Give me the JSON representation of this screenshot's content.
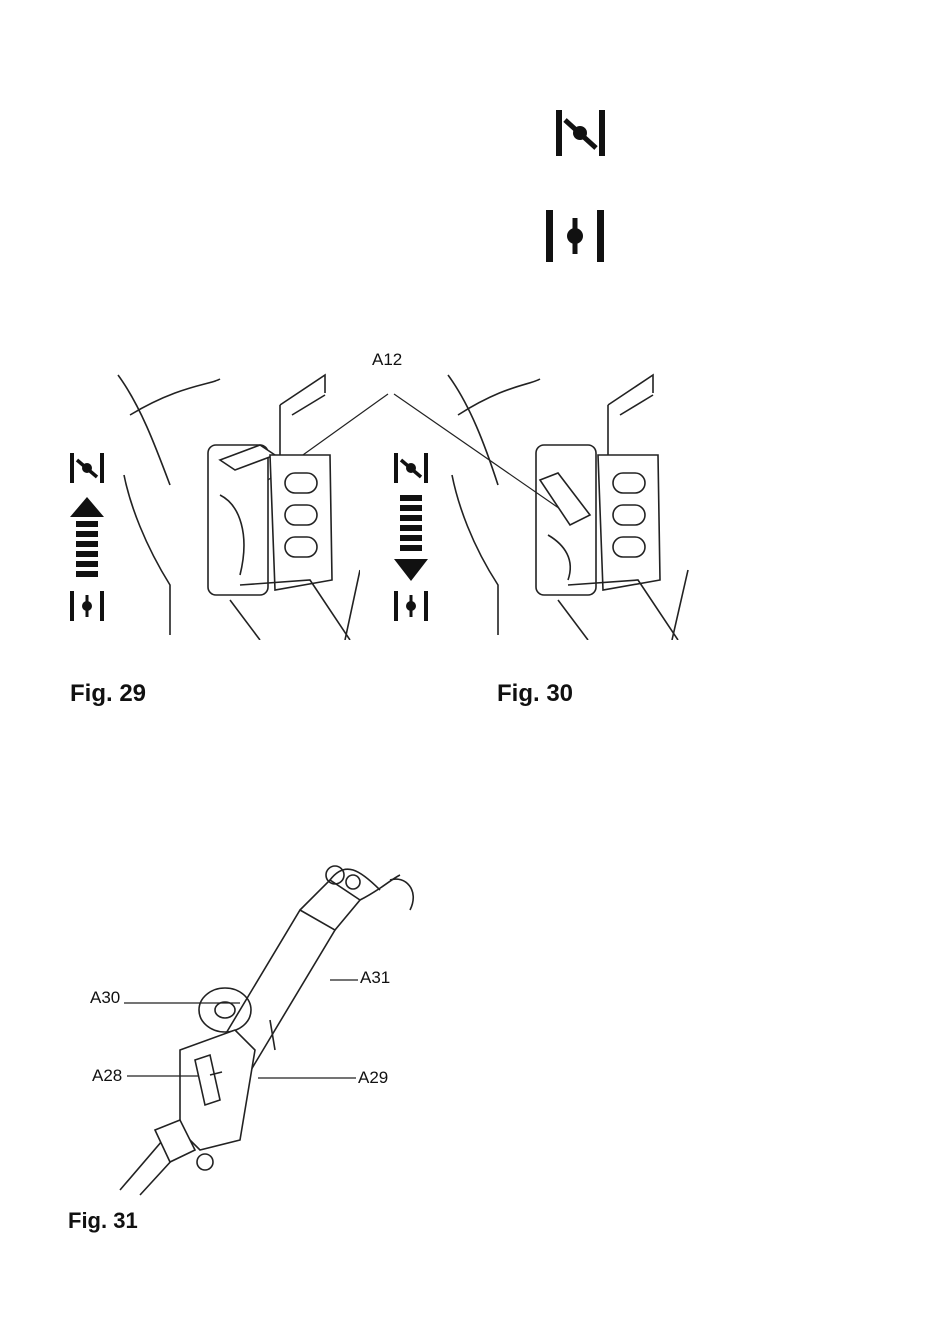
{
  "legend": {
    "choke_open_icon": "choke-open-icon",
    "choke_closed_icon": "choke-closed-icon"
  },
  "fig29": {
    "caption": "Fig. 29"
  },
  "fig30": {
    "caption": "Fig. 30"
  },
  "fig31": {
    "caption": "Fig. 31",
    "labels": {
      "a28": "A28",
      "a29": "A29",
      "a30": "A30",
      "a31": "A31"
    }
  },
  "callout_a12": "A12"
}
